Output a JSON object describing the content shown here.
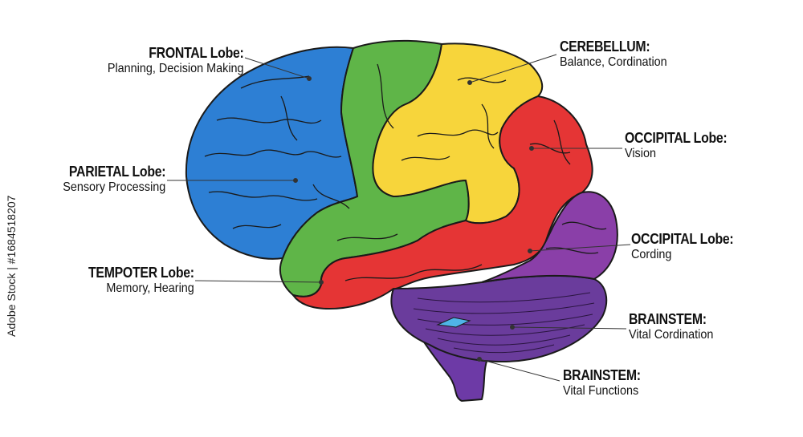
{
  "labels": {
    "frontal": {
      "title": "FRONTAL Lobe:",
      "desc": "Planning, Decision Making"
    },
    "parietal": {
      "title": "PARIETAL Lobe:",
      "desc": "Sensory Processing"
    },
    "tempoter": {
      "title": "TEMPOTER Lobe:",
      "desc": "Memory, Hearing"
    },
    "cerebellum": {
      "title": "CEREBELLUM:",
      "desc": "Balance, Cordination"
    },
    "occipital_1": {
      "title": "OCCIPITAL Lobe:",
      "desc": "Vision"
    },
    "occipital_2": {
      "title": "OCCIPITAL Lobe:",
      "desc": "Cording"
    },
    "brainstem_1": {
      "title": "BRAINSTEM:",
      "desc": "Vital Cordination"
    },
    "brainstem_2": {
      "title": "BRAINSTEM:",
      "desc": "Vital Functions"
    }
  },
  "side_text": "Adobe Stock | #1684518207",
  "colors": {
    "frontal": "#2d7fd4",
    "parietal_green": "#5fb548",
    "yellow": "#f7d53b",
    "red": "#e53535",
    "purple": "#8a3fa8",
    "cerebellum": "#6a3c9c",
    "stem": "#6d3aa6",
    "outline": "#1a1a1a",
    "leader": "#333333"
  }
}
